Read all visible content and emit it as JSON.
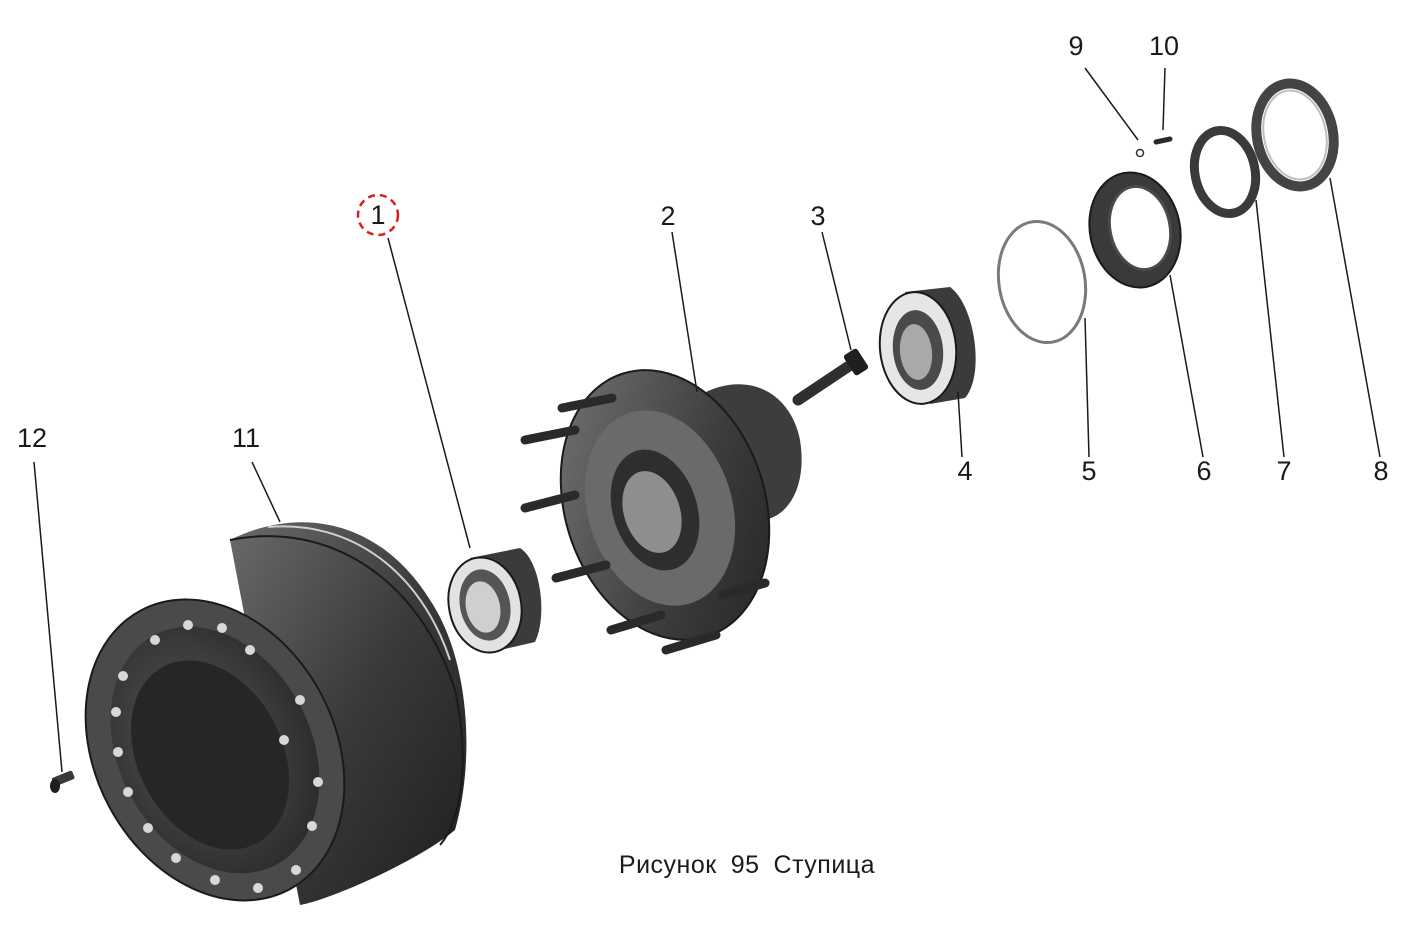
{
  "callouts": [
    {
      "id": "1",
      "label": "1",
      "highlighted": true
    },
    {
      "id": "2",
      "label": "2"
    },
    {
      "id": "3",
      "label": "3"
    },
    {
      "id": "4",
      "label": "4"
    },
    {
      "id": "5",
      "label": "5"
    },
    {
      "id": "6",
      "label": "6"
    },
    {
      "id": "7",
      "label": "7"
    },
    {
      "id": "8",
      "label": "8"
    },
    {
      "id": "9",
      "label": "9"
    },
    {
      "id": "10",
      "label": "10"
    },
    {
      "id": "11",
      "label": "11"
    },
    {
      "id": "12",
      "label": "12"
    }
  ],
  "caption": {
    "word": "Рисунок",
    "number": "95",
    "title": "Ступица"
  },
  "colors": {
    "highlight": "#d81e1e",
    "line": "#1a1a1a",
    "part_dark": "#2b2b2b",
    "part_mid": "#555555",
    "part_light": "#9a9a9a"
  }
}
